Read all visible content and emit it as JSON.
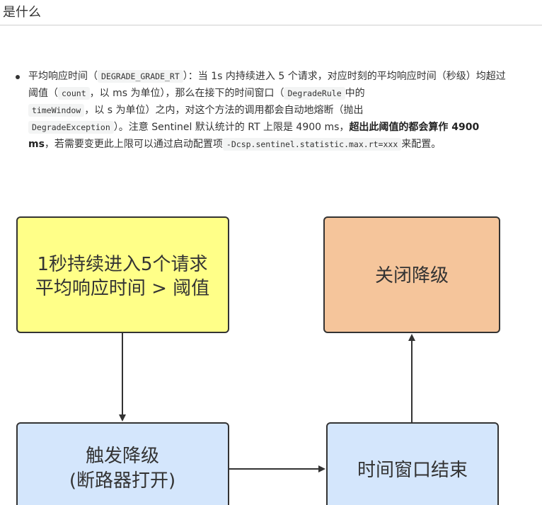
{
  "heading": "是什么",
  "bullet": {
    "t1": "平均响应时间（",
    "c1": "DEGRADE_GRADE_RT",
    "t2": "）：当 1s 内持续进入 5 个请求，对应时刻的平均响应时间（秒级）均超过阈值（",
    "c2": "count",
    "t3": "，以 ms 为单位），那么在接下的时间窗口（",
    "c3": "DegradeRule",
    "t4": "中的",
    "c4": "timeWindow",
    "t5": "，以 s 为单位）之内，对这个方法的调用都会自动地熔断（抛出",
    "c5": "DegradeException",
    "t6": "）。注意 Sentinel 默认统计的 RT 上限是 4900 ms，",
    "b1": "超出此阈值的都会算作 4900 ms",
    "t7": "，若需要变更此上限可以通过启动配置项",
    "c6": "-Dcsp.sentinel.statistic.max.rt=xxx",
    "t8": "来配置。"
  },
  "diagram": {
    "box_start": {
      "line1": "1秒持续进入5个请求",
      "line2": "平均响应时间 > 阈值",
      "color": "#ffff88"
    },
    "box_close": {
      "line1": "关闭降级",
      "color": "#f5c59b"
    },
    "box_trigger": {
      "line1": "触发降级",
      "line2": "(断路器打开)",
      "color": "#d4e6fc"
    },
    "box_window": {
      "line1": "时间窗口结束",
      "color": "#d4e6fc"
    },
    "stroke_color": "#333333"
  }
}
